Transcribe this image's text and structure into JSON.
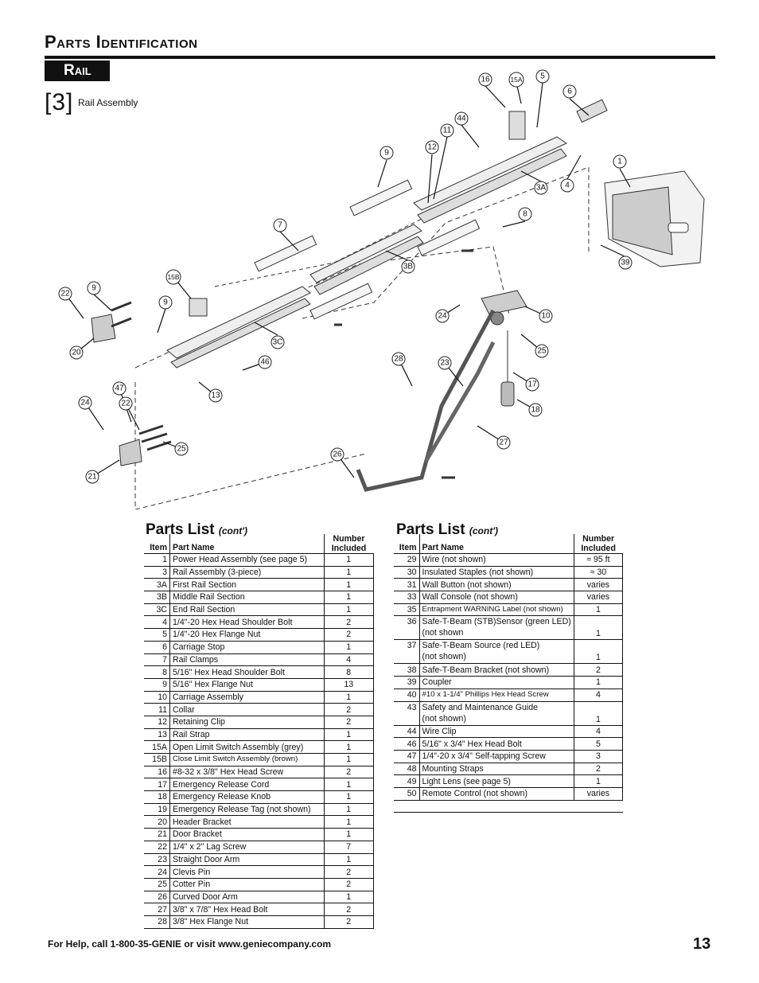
{
  "header": {
    "title": "Parts Identification",
    "section": "Rail"
  },
  "assembly": {
    "number": "[3]",
    "label": "Rail Assembly"
  },
  "callouts": [
    "16",
    "15A",
    "5",
    "6",
    "44",
    "11",
    "12",
    "9",
    "1",
    "3A",
    "4",
    "8",
    "7",
    "39",
    "3B",
    "15B",
    "9",
    "22",
    "9",
    "20",
    "3C",
    "46",
    "13",
    "10",
    "24",
    "25",
    "28",
    "23",
    "17",
    "18",
    "47",
    "24",
    "22",
    "25",
    "21",
    "26",
    "27"
  ],
  "parts_list_left": {
    "heading": "Parts List",
    "heading_suffix": "(cont')",
    "col_item": "Item",
    "col_name": "Part Name",
    "col_num": "Number Included",
    "rows": [
      {
        "item": "1",
        "name": "Power Head Assembly (see page 5)",
        "num": "1"
      },
      {
        "item": "3",
        "name": "Rail Assembly (3-piece)",
        "num": "1"
      },
      {
        "item": "3A",
        "name": "First Rail Section",
        "num": "1"
      },
      {
        "item": "3B",
        "name": "Middle Rail Section",
        "num": "1"
      },
      {
        "item": "3C",
        "name": "End Rail Section",
        "num": "1"
      },
      {
        "item": "4",
        "name": "1/4\"-20 Hex Head Shoulder Bolt",
        "num": "2"
      },
      {
        "item": "5",
        "name": "1/4\"-20 Hex Flange Nut",
        "num": "2"
      },
      {
        "item": "6",
        "name": "Carriage Stop",
        "num": "1"
      },
      {
        "item": "7",
        "name": "Rail Clamps",
        "num": "4"
      },
      {
        "item": "8",
        "name": "5/16\" Hex Head Shoulder Bolt",
        "num": "8"
      },
      {
        "item": "9",
        "name": "5/16\" Hex Flange Nut",
        "num": "13"
      },
      {
        "item": "10",
        "name": "Carriage Assembly",
        "num": "1"
      },
      {
        "item": "11",
        "name": "Collar",
        "num": "2"
      },
      {
        "item": "12",
        "name": "Retaining Clip",
        "num": "2"
      },
      {
        "item": "13",
        "name": "Rail Strap",
        "num": "1"
      },
      {
        "item": "15A",
        "name": "Open Limit Switch Assembly (grey)",
        "num": "1"
      },
      {
        "item": "15B",
        "name": "Close Limit Switch Assembly (brown)",
        "num": "1"
      },
      {
        "item": "16",
        "name": "#8-32 x 3/8\" Hex Head Screw",
        "num": "2"
      },
      {
        "item": "17",
        "name": "Emergency Release Cord",
        "num": "1"
      },
      {
        "item": "18",
        "name": "Emergency Release Knob",
        "num": "1"
      },
      {
        "item": "19",
        "name": "Emergency Release Tag (not shown)",
        "num": "1"
      },
      {
        "item": "20",
        "name": "Header Bracket",
        "num": "1"
      },
      {
        "item": "21",
        "name": "Door Bracket",
        "num": "1"
      },
      {
        "item": "22",
        "name": "1/4\" x 2\" Lag Screw",
        "num": "7"
      },
      {
        "item": "23",
        "name": "Straight Door Arm",
        "num": "1"
      },
      {
        "item": "24",
        "name": "Clevis Pin",
        "num": "2"
      },
      {
        "item": "25",
        "name": "Cotter Pin",
        "num": "2"
      },
      {
        "item": "26",
        "name": "Curved Door Arm",
        "num": "1"
      },
      {
        "item": "27",
        "name": "3/8\" x 7/8\" Hex Head Bolt",
        "num": "2"
      },
      {
        "item": "28",
        "name": "3/8\" Hex Flange Nut",
        "num": "2"
      }
    ]
  },
  "parts_list_right": {
    "heading": "Parts List",
    "heading_suffix": "(cont')",
    "col_item": "Item",
    "col_name": "Part Name",
    "col_num": "Number Included",
    "rows": [
      {
        "item": "29",
        "name": "Wire (not shown)",
        "num": "≈ 95 ft"
      },
      {
        "item": "30",
        "name": "Insulated Staples (not shown)",
        "num": "≈   30"
      },
      {
        "item": "31",
        "name": "Wall Button (not shown)",
        "num": "varies"
      },
      {
        "item": "33",
        "name": "Wall Console (not shown)",
        "num": "varies"
      },
      {
        "item": "35",
        "name": "Entrapment WARNING Label (not shown)",
        "num": "1"
      },
      {
        "item": "36",
        "name": "Safe-T-Beam (STB)Sensor (green LED)",
        "name2": "(not shown",
        "num": "1"
      },
      {
        "item": "37",
        "name": "Safe-T-Beam Source (red LED)",
        "name2": "(not shown)",
        "num": "1"
      },
      {
        "item": "38",
        "name": "Safe-T-Beam Bracket (not shown)",
        "num": "2"
      },
      {
        "item": "39",
        "name": "Coupler",
        "num": "1"
      },
      {
        "item": "40",
        "name": "#10 x 1-1/4\" Phillips Hex Head Screw",
        "num": "4"
      },
      {
        "item": "43",
        "name": "Safety and Maintenance Guide",
        "name2": "(not shown)",
        "num": "1"
      },
      {
        "item": "44",
        "name": "Wire Clip",
        "num": "4"
      },
      {
        "item": "46",
        "name": "5/16\" x 3/4\" Hex Head Bolt",
        "num": "5"
      },
      {
        "item": "47",
        "name": "1/4\"-20 x 3/4\" Self-tapping Screw",
        "num": "3"
      },
      {
        "item": "48",
        "name": "Mounting Straps",
        "num": "2"
      },
      {
        "item": "49",
        "name": "Light Lens (see page 5)",
        "num": "1"
      },
      {
        "item": "50",
        "name": "Remote Control (not shown)",
        "num": "varies"
      }
    ]
  },
  "footer": {
    "help": "For Help, call 1-800-35-GENIE or visit www.geniecompany.com",
    "page": "13"
  }
}
